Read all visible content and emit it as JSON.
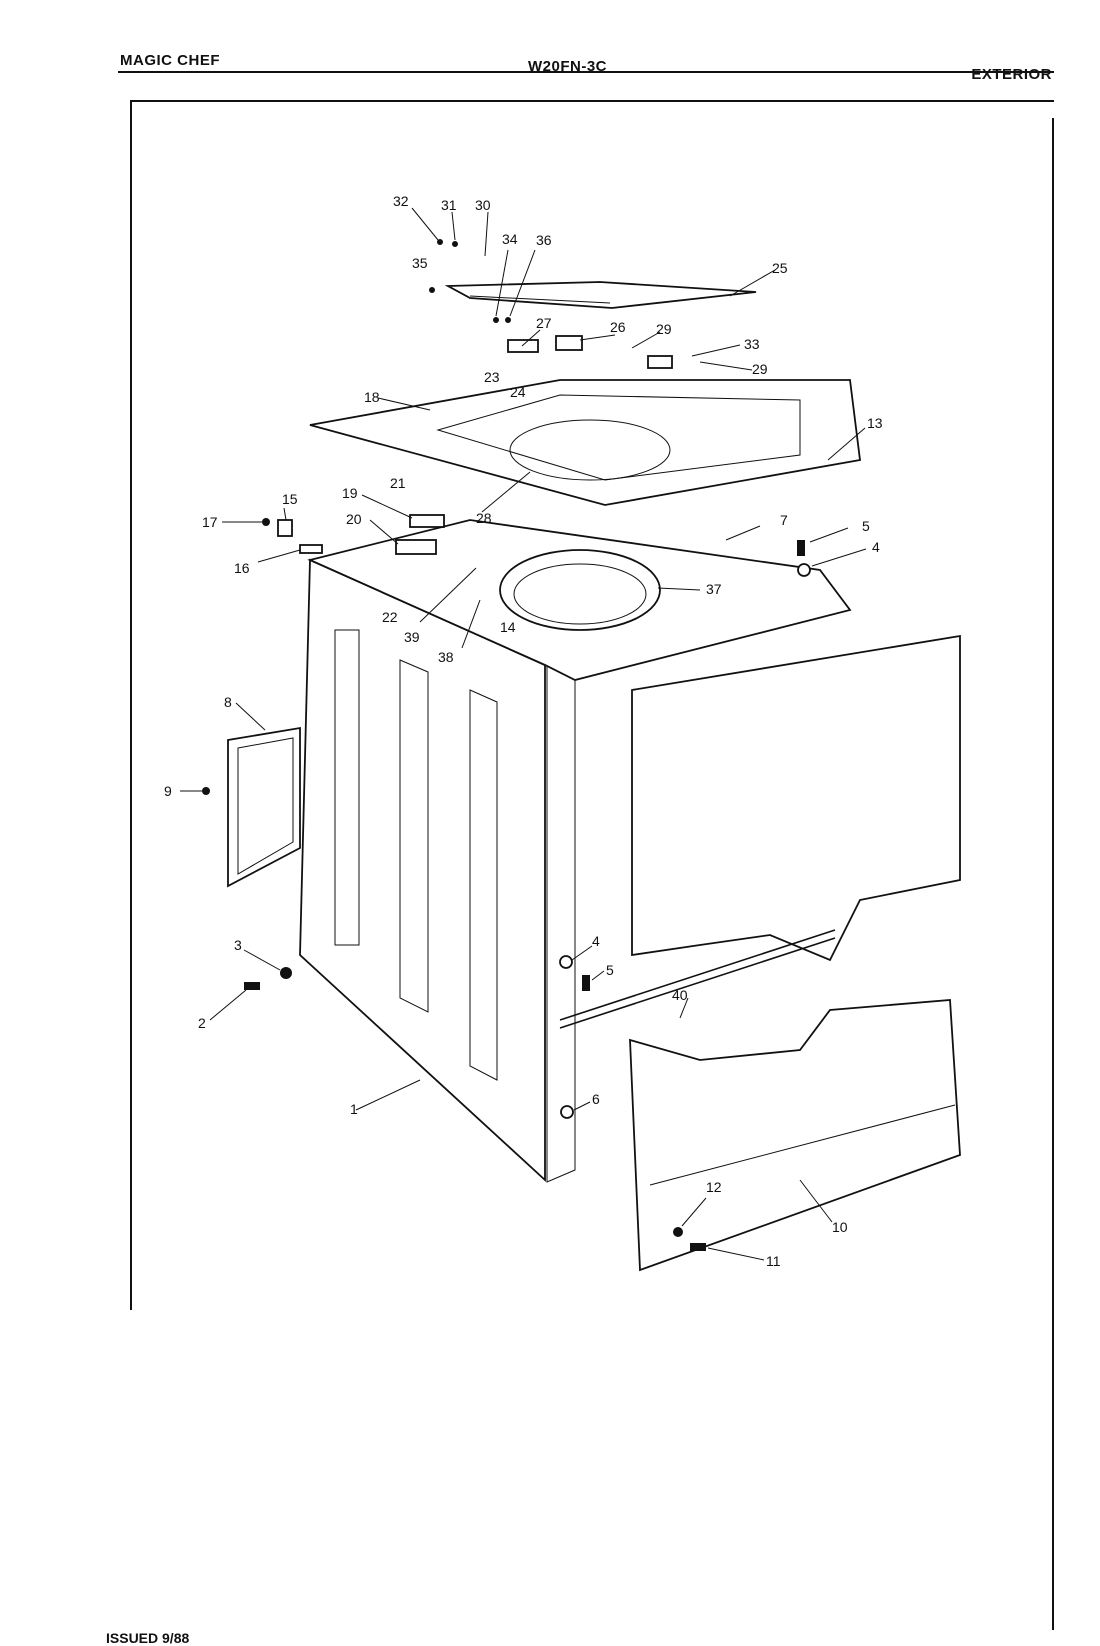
{
  "header": {
    "brand": "MAGIC CHEF",
    "model": "W20FN-3C",
    "section": "EXTERIOR"
  },
  "footer": {
    "issued": "ISSUED 9/88"
  },
  "callouts": [
    "1",
    "2",
    "3",
    "4",
    "5",
    "6",
    "7",
    "8",
    "9",
    "10",
    "11",
    "12",
    "13",
    "14",
    "15",
    "16",
    "17",
    "18",
    "19",
    "20",
    "21",
    "22",
    "23",
    "24",
    "25",
    "26",
    "27",
    "28",
    "29",
    "30",
    "31",
    "32",
    "33",
    "34",
    "35",
    "36",
    "37",
    "38",
    "39",
    "40"
  ]
}
